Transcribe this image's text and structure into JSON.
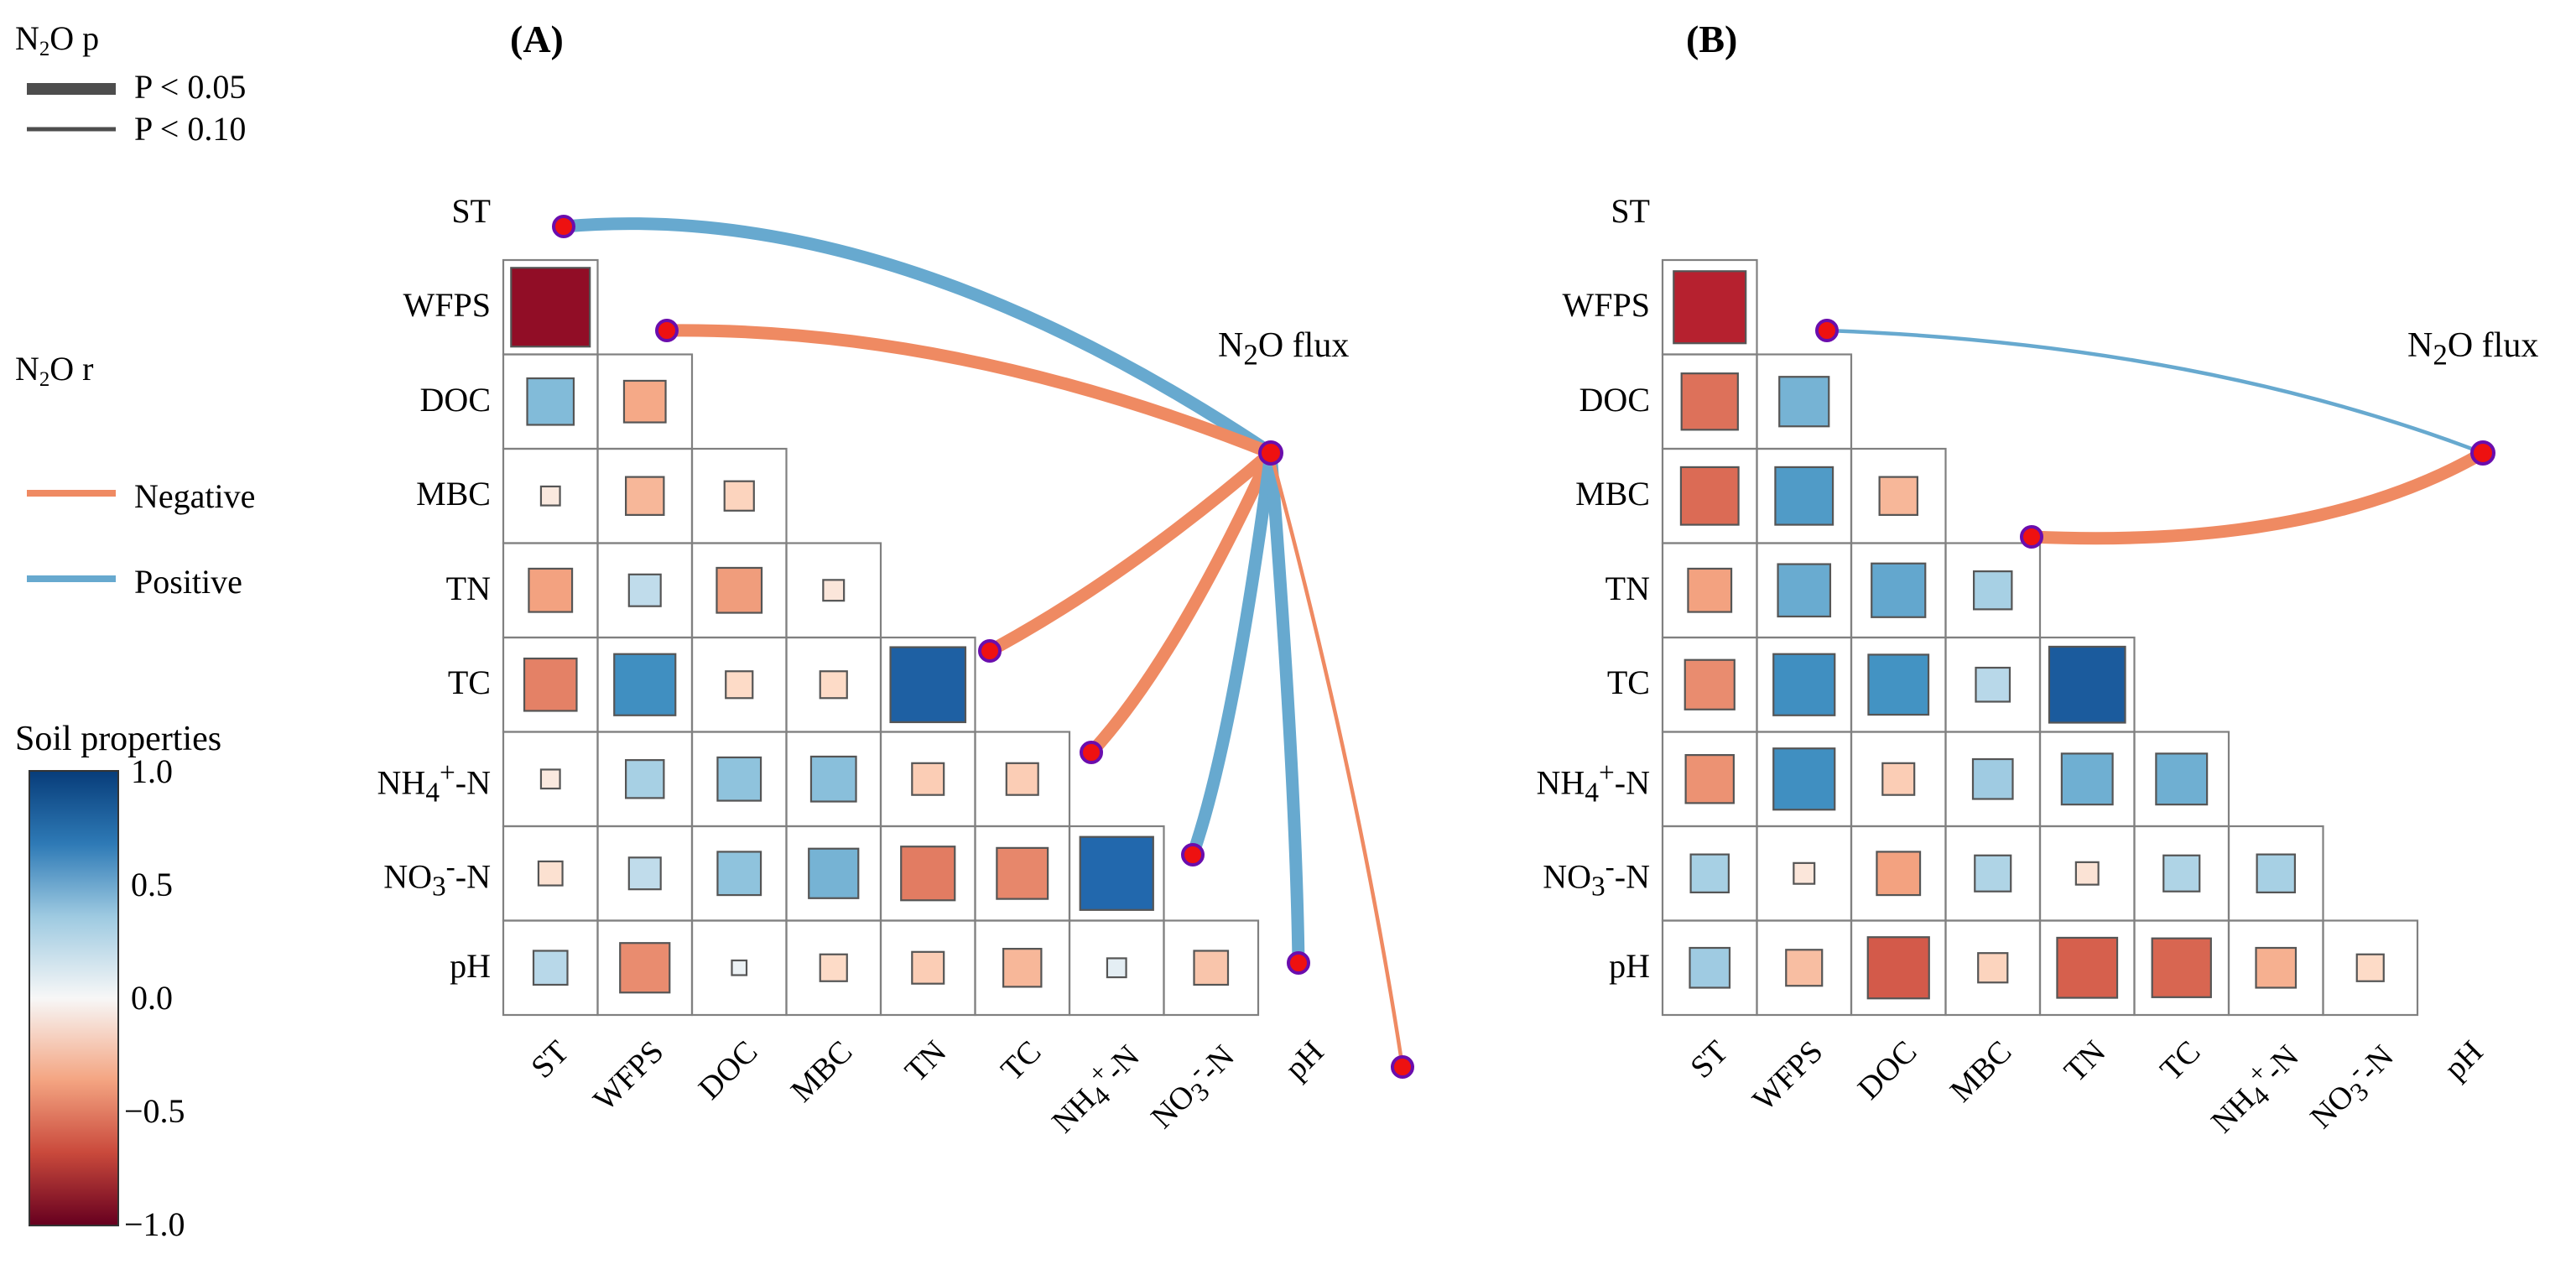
{
  "figure": {
    "panels": [
      {
        "id": "A",
        "title": "(A)",
        "hub_label": "N2O flux",
        "hub_label_html": "N<sub>2</sub>O flux"
      },
      {
        "id": "B",
        "title": "(B)",
        "hub_label": "N2O flux",
        "hub_label_html": "N<sub>2</sub>O flux"
      }
    ]
  },
  "legend": {
    "p_title": "N2O p",
    "p_title_html": "N<sub>2</sub>O p",
    "p_items": [
      {
        "label": "P < 0.05",
        "thickness": 14,
        "color": "#4d4d4d"
      },
      {
        "label": "P < 0.10",
        "thickness": 5,
        "color": "#4d4d4d"
      }
    ],
    "r_title": "N2O r",
    "r_title_html": "N<sub>2</sub>O r",
    "r_items": [
      {
        "label": "Negative",
        "color": "#ef8a62"
      },
      {
        "label": "Positive",
        "color": "#67a9cf"
      }
    ],
    "colorbar_title": "Soil properties",
    "colorbar_ticks": [
      "1.0",
      "0.5",
      "0.0",
      "-0.5",
      "-1.0"
    ],
    "colorbar_ticks_display": [
      "1.0",
      "0.5",
      "0.0",
      "−0.5",
      "−1.0"
    ],
    "colorbar_top_color": "#083d7a",
    "colorbar_mid_color": "#f7f7f7",
    "colorbar_bottom_color": "#67001f",
    "colorbar_range": [
      -1.0,
      1.0
    ]
  },
  "chart_data": {
    "type": "heatmap",
    "title": "",
    "variables": [
      "ST",
      "WFPS",
      "DOC",
      "MBC",
      "TN",
      "TC",
      "NH4+-N",
      "NO3--N",
      "pH"
    ],
    "variables_display": [
      "ST",
      "WFPS",
      "DOC",
      "MBC",
      "TN",
      "TC",
      "NH<sub>4</sub><sup>+</sup>-N",
      "NO<sub>3</sub><sup>-</sup>-N",
      "pH"
    ],
    "row_labels": [
      "ST",
      "WFPS",
      "DOC",
      "MBC",
      "TN",
      "TC",
      "NH4+-N",
      "NO3--N",
      "pH"
    ],
    "col_labels": [
      "ST",
      "WFPS",
      "DOC",
      "MBC",
      "TN",
      "TC",
      "NH4+-N",
      "NO3--N",
      "pH"
    ],
    "colormap": "RdBu",
    "vmin": -1.0,
    "vmax": 1.0,
    "note": "Lower-triangle correlation matrix; square area encodes |r|, fill colour encodes r.",
    "panels": [
      {
        "id": "A",
        "matrix": [
          [
            null,
            null,
            null,
            null,
            null,
            null,
            null,
            null,
            null
          ],
          [
            -0.86,
            null,
            null,
            null,
            null,
            null,
            null,
            null,
            null
          ],
          [
            0.3,
            -0.24,
            null,
            null,
            null,
            null,
            null,
            null,
            null
          ],
          [
            -0.05,
            -0.2,
            -0.12,
            null,
            null,
            null,
            null,
            null,
            null
          ],
          [
            -0.26,
            0.14,
            -0.28,
            -0.06,
            null,
            null,
            null,
            null,
            null
          ],
          [
            -0.38,
            0.52,
            -0.1,
            -0.1,
            0.78,
            null,
            null,
            null,
            null
          ],
          [
            -0.05,
            0.2,
            0.26,
            0.28,
            -0.14,
            -0.14,
            null,
            null,
            null
          ],
          [
            -0.08,
            0.14,
            0.26,
            0.34,
            -0.4,
            -0.36,
            0.74,
            null,
            null
          ],
          [
            0.16,
            -0.34,
            0.03,
            -0.1,
            -0.14,
            -0.2,
            0.05,
            -0.16,
            null
          ]
        ],
        "edges": [
          {
            "from": "ST",
            "to": "N2O flux",
            "sign": "Positive",
            "p": "P < 0.05"
          },
          {
            "from": "WFPS",
            "to": "N2O flux",
            "sign": "Negative",
            "p": "P < 0.05"
          },
          {
            "from": "TN",
            "to": "N2O flux",
            "sign": "Negative",
            "p": "P < 0.05"
          },
          {
            "from": "TC",
            "to": "N2O flux",
            "sign": "Negative",
            "p": "P < 0.05"
          },
          {
            "from": "NH4+-N",
            "to": "N2O flux",
            "sign": "Positive",
            "p": "P < 0.05"
          },
          {
            "from": "NO3--N",
            "to": "N2O flux",
            "sign": "Positive",
            "p": "P < 0.05"
          },
          {
            "from": "pH",
            "to": "N2O flux",
            "sign": "Negative",
            "p": "P < 0.10"
          }
        ]
      },
      {
        "id": "B",
        "matrix": [
          [
            null,
            null,
            null,
            null,
            null,
            null,
            null,
            null,
            null
          ],
          [
            -0.72,
            null,
            null,
            null,
            null,
            null,
            null,
            null,
            null
          ],
          [
            -0.44,
            0.34,
            null,
            null,
            null,
            null,
            null,
            null,
            null
          ],
          [
            -0.46,
            0.46,
            -0.2,
            null,
            null,
            null,
            null,
            null,
            null
          ],
          [
            -0.26,
            0.38,
            0.4,
            0.2,
            null,
            null,
            null,
            null,
            null
          ],
          [
            -0.34,
            0.52,
            0.5,
            0.16,
            0.8,
            null,
            null,
            null,
            null
          ],
          [
            -0.32,
            0.52,
            -0.14,
            0.22,
            0.36,
            0.36,
            null,
            null,
            null
          ],
          [
            0.2,
            -0.06,
            -0.26,
            0.18,
            -0.07,
            0.18,
            0.2,
            null,
            null
          ],
          [
            0.22,
            -0.18,
            -0.52,
            -0.12,
            -0.5,
            -0.48,
            -0.22,
            -0.1,
            null
          ]
        ],
        "edges": [
          {
            "from": "WFPS",
            "to": "N2O flux",
            "sign": "Positive",
            "p": "P < 0.10"
          },
          {
            "from": "MBC",
            "to": "N2O flux",
            "sign": "Negative",
            "p": "P < 0.05"
          }
        ]
      }
    ]
  }
}
